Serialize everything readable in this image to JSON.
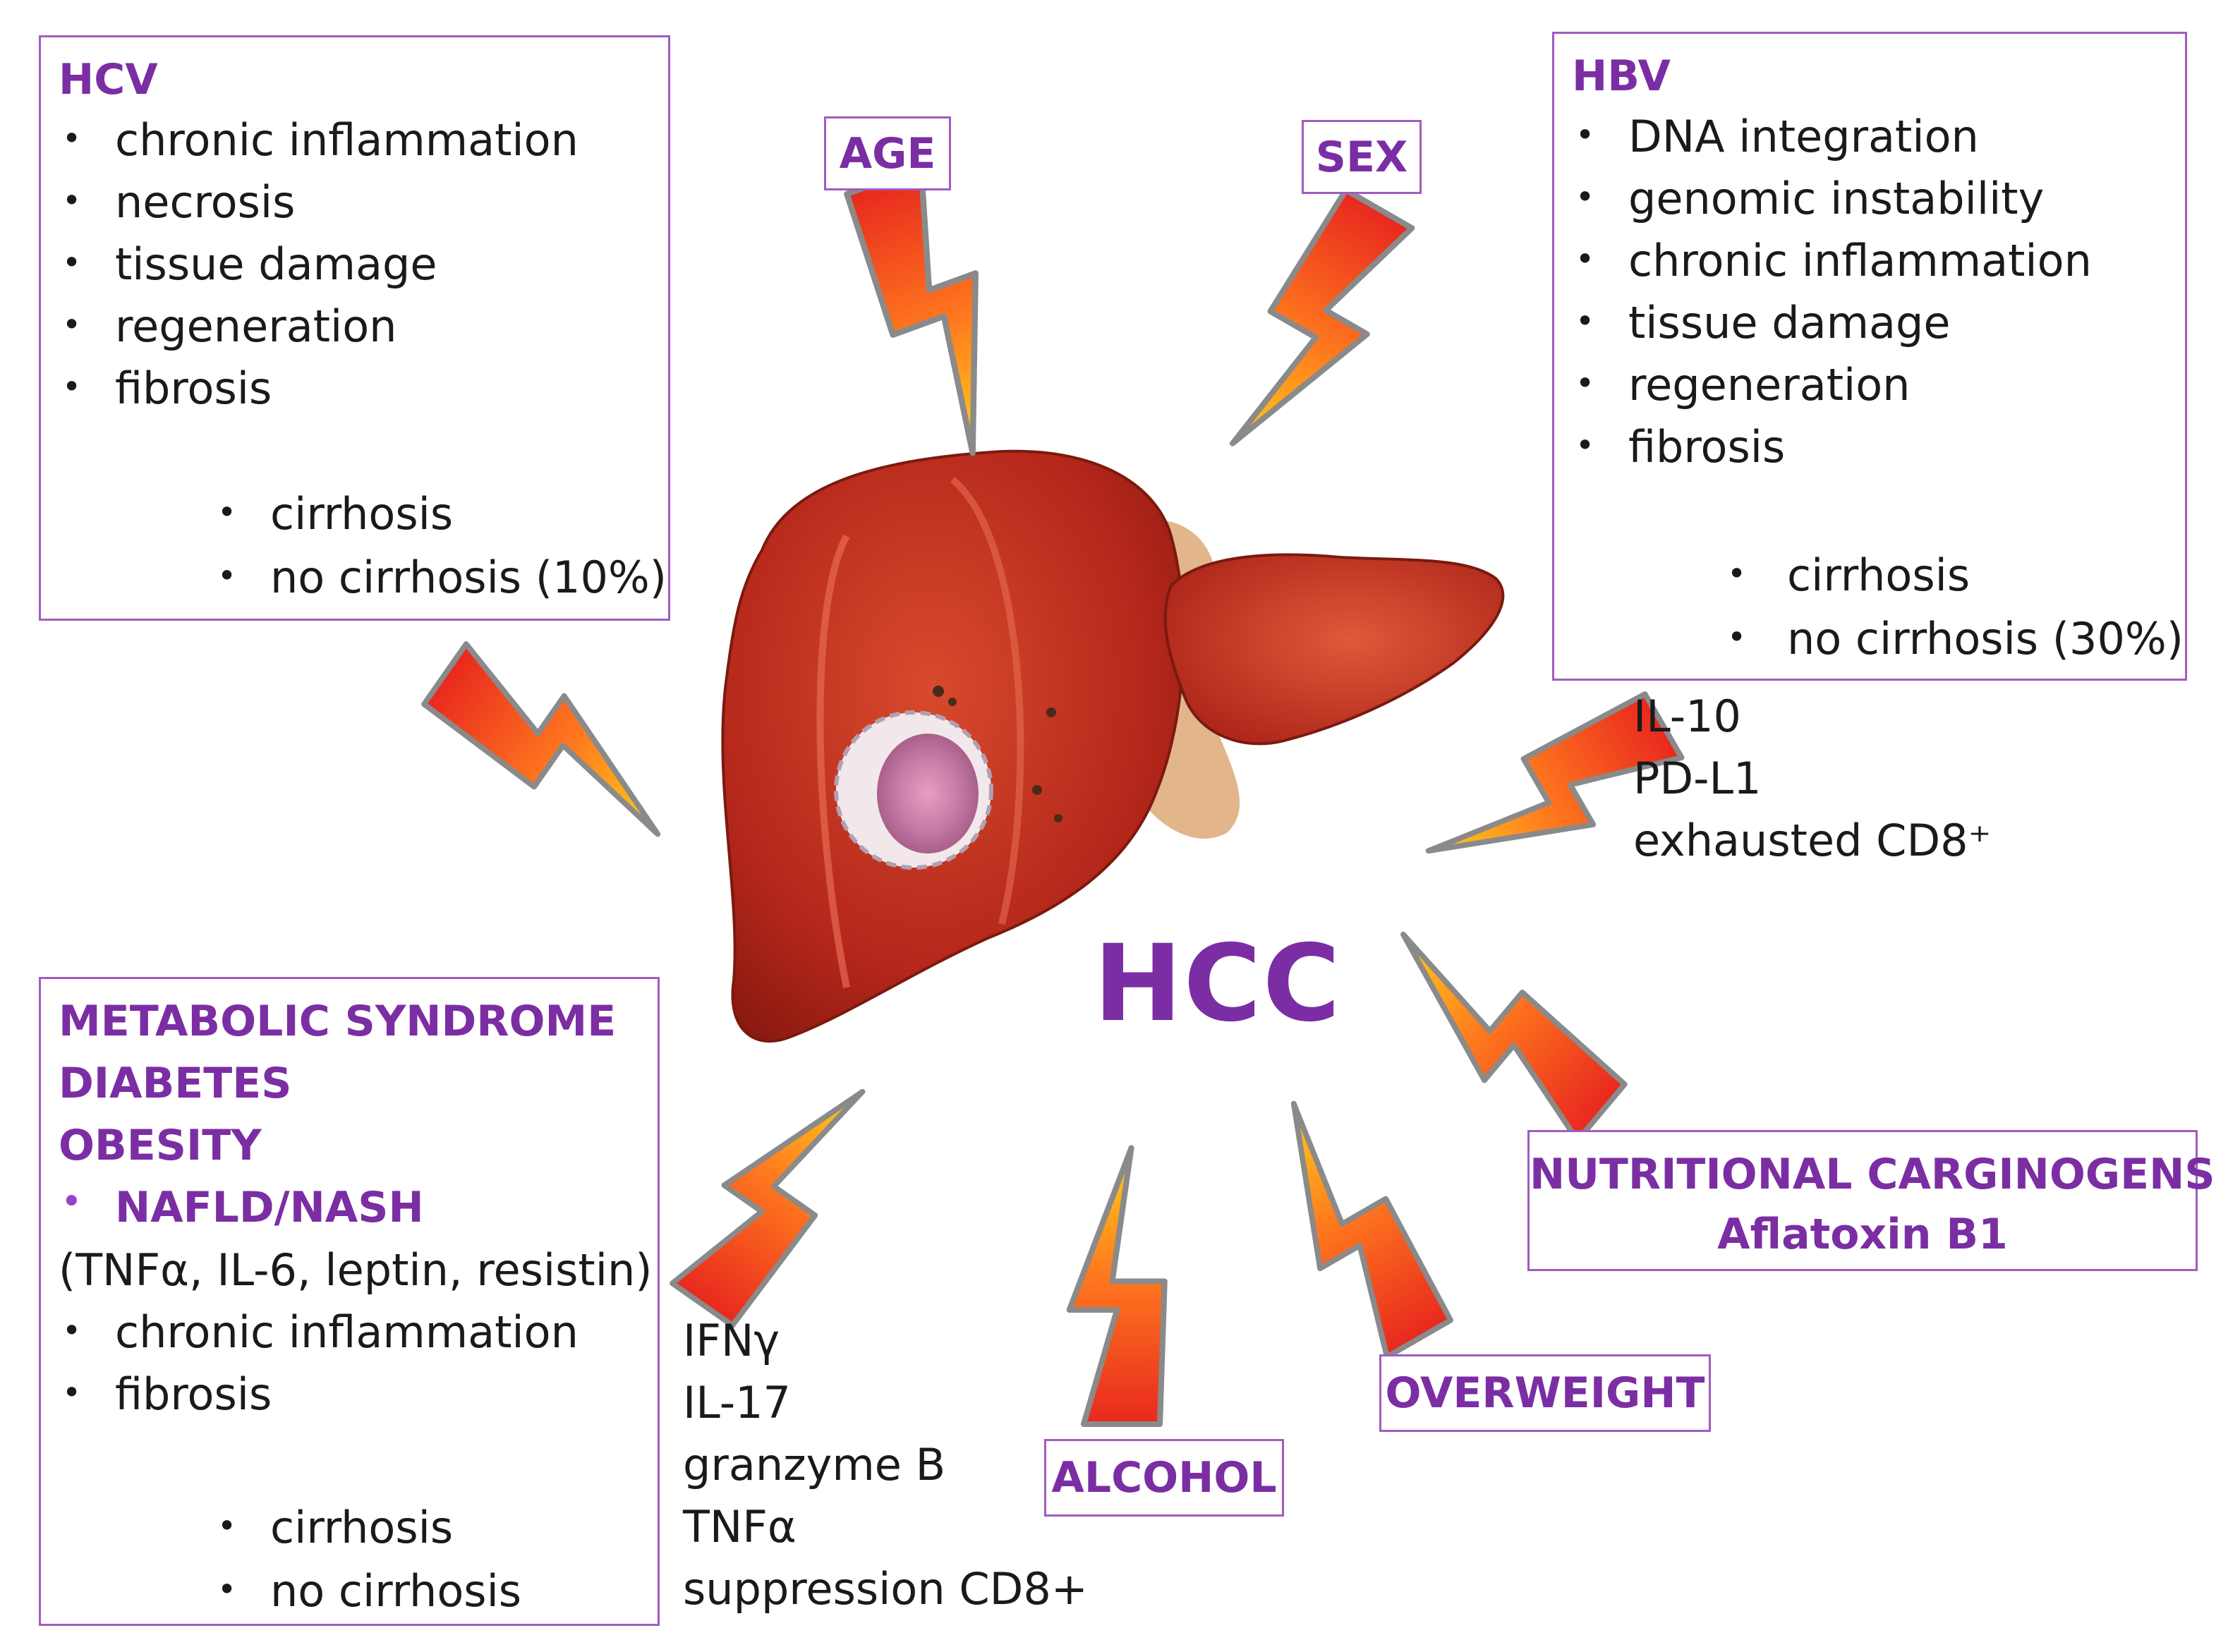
{
  "center": {
    "label": "HCC"
  },
  "hcv": {
    "title": "HCV",
    "items": [
      "chronic inflammation",
      "necrosis",
      "tissue damage",
      "regeneration",
      "fibrosis"
    ],
    "outcomes": [
      "cirrhosis",
      "no cirrhosis (10%)"
    ]
  },
  "hbv": {
    "title": "HBV",
    "items": [
      "DNA integration",
      "genomic instability",
      "chronic inflammation",
      "tissue damage",
      "regeneration",
      "fibrosis"
    ],
    "outcomes": [
      "cirrhosis",
      "no cirrhosis (30%)"
    ]
  },
  "metabolic": {
    "titles": [
      "METABOLIC SYNDROME",
      "DIABETES",
      "OBESITY"
    ],
    "subtitle": "NAFLD/NASH",
    "factors": "(TNFα, IL-6, leptin, resistin)",
    "items": [
      "chronic inflammation",
      "fibrosis"
    ],
    "outcomes": [
      "cirrhosis",
      "no cirrhosis"
    ]
  },
  "labels": {
    "age": "AGE",
    "sex": "SEX",
    "alcohol": "ALCOHOL",
    "overweight": "OVERWEIGHT",
    "nutritional_line1": "NUTRITIONAL CARGINOGENS",
    "nutritional_line2": "Aflatoxin B1"
  },
  "immune_suppressive": [
    "IL-10",
    "PD-L1",
    "exhausted CD8⁺"
  ],
  "immune_active": [
    "IFNγ",
    "IL-17",
    "granzyme B",
    "TNFα",
    "suppression CD8+"
  ],
  "colors": {
    "accent": "#7b2ea3",
    "box_border": "#a05cc0",
    "liver": "#b3261a",
    "arrow_red": "#e8281e",
    "arrow_yellow": "#ffd21a"
  },
  "icons": [
    "liver-illustration",
    "tumor-lesion",
    "lightning-arrow"
  ]
}
